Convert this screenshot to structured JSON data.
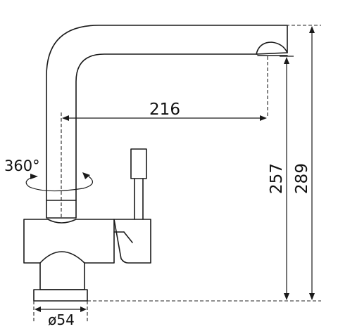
{
  "diagram": {
    "dimensions": {
      "spout_reach": "216",
      "outlet_height": "257",
      "total_height": "289",
      "base_diameter": "ø54",
      "rotation": "360°"
    },
    "colors": {
      "stroke": "#1a1a1a",
      "dashed": "#222222",
      "background": "#ffffff"
    }
  }
}
